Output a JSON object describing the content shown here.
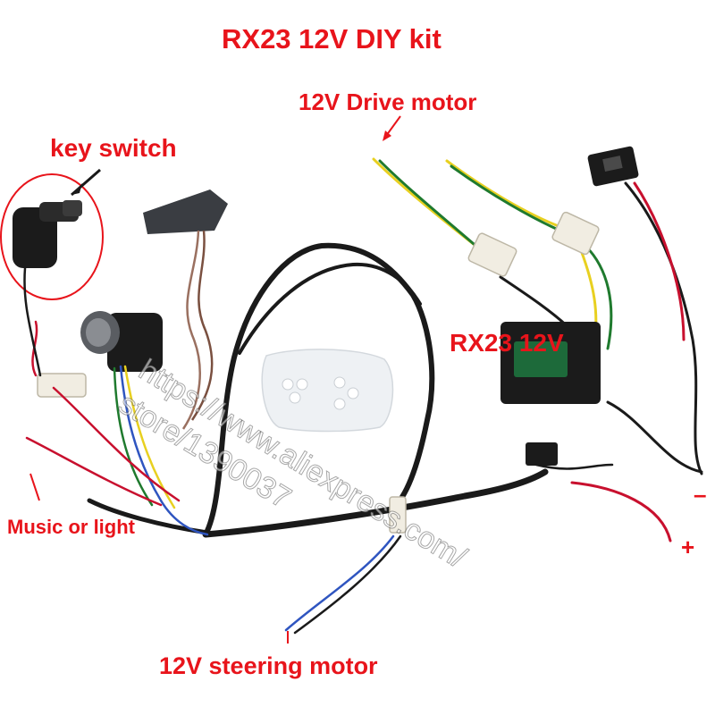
{
  "labels": {
    "title": "RX23 12V DIY kit",
    "drive_motor": "12V Drive motor",
    "key_switch": "key switch",
    "controller": "RX23 12V",
    "music_or_light": "Music or light",
    "steering_motor": "12V steering motor",
    "minus": "–",
    "plus": "+"
  },
  "watermark": {
    "line1": "https://www.aliexpress.com/",
    "line2": "store/1390037"
  },
  "colors": {
    "label": "#e8141b",
    "wire_black": "#1a1a1a",
    "wire_red": "#c8102e",
    "wire_yellow": "#e8d020",
    "wire_green": "#1f7a2e",
    "wire_blue": "#2f55c0",
    "wire_brown": "#7a5040",
    "connector": "#f1ede2",
    "remote": "#eef1f4"
  }
}
